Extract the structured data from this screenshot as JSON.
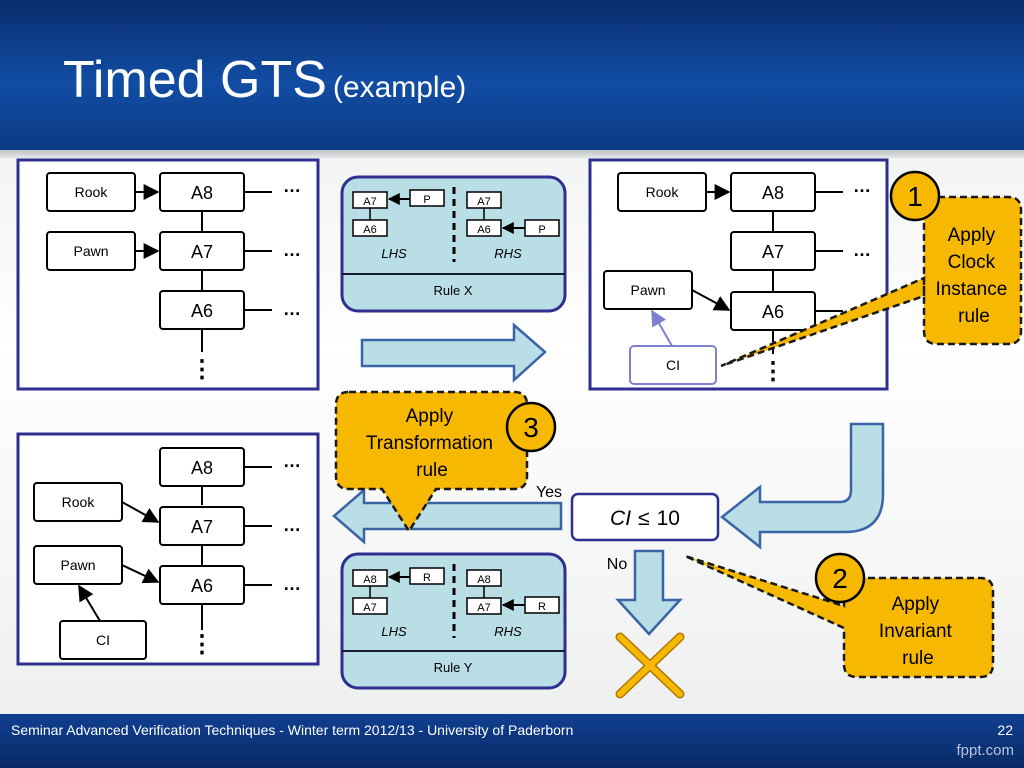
{
  "title": {
    "main": "Timed GTS",
    "sub": "(example)"
  },
  "footer": {
    "text": "Seminar Advanced Verification Techniques - Winter term 2012/13 - University of Paderborn",
    "page": "22",
    "brand": "fppt.com"
  },
  "colors": {
    "header": "#114da3",
    "panel_border": "#2e2f8f",
    "rule_fill": "#b9dee5",
    "rule_border": "#2e2f8f",
    "arrow_fill": "#b9dee5",
    "arrow_border": "#3a64a8",
    "callout_fill": "#f6b800",
    "ci_border": "#7f7fd0",
    "cross": "#f6b800"
  },
  "state1": {
    "rook": "Rook",
    "pawn": "Pawn",
    "a8": "A8",
    "a7": "A7",
    "a6": "A6",
    "ellipsis": "…",
    "vdots": "⋮"
  },
  "state2": {
    "rook": "Rook",
    "pawn": "Pawn",
    "ci": "CI",
    "a8": "A8",
    "a7": "A7",
    "a6": "A6",
    "ellipsis": "…",
    "vdots": "⋮"
  },
  "state3": {
    "rook": "Rook",
    "pawn": "Pawn",
    "ci": "CI",
    "a8": "A8",
    "a7": "A7",
    "a6": "A6",
    "ellipsis": "…",
    "vdots": "⋮"
  },
  "rule_x": {
    "title": "Rule X",
    "lhs": "LHS",
    "rhs": "RHS",
    "lhs_a7": "A7",
    "lhs_a6": "A6",
    "lhs_p": "P",
    "rhs_a7": "A7",
    "rhs_a6": "A6",
    "rhs_p": "P"
  },
  "rule_y": {
    "title": "Rule Y",
    "lhs": "LHS",
    "rhs": "RHS",
    "lhs_a8": "A8",
    "lhs_a7": "A7",
    "lhs_r": "R",
    "rhs_a8": "A8",
    "rhs_a7": "A7",
    "rhs_r": "R"
  },
  "condition": {
    "ci": "CI",
    "op": "≤",
    "value": "10",
    "yes": "Yes",
    "no": "No"
  },
  "callouts": [
    {
      "number": "1",
      "lines": [
        "Apply",
        "Clock",
        "Instance",
        "rule"
      ]
    },
    {
      "number": "2",
      "lines": [
        "Apply",
        "Invariant",
        "rule"
      ]
    },
    {
      "number": "3",
      "lines": [
        "Apply",
        "Transformation",
        "rule"
      ]
    }
  ]
}
